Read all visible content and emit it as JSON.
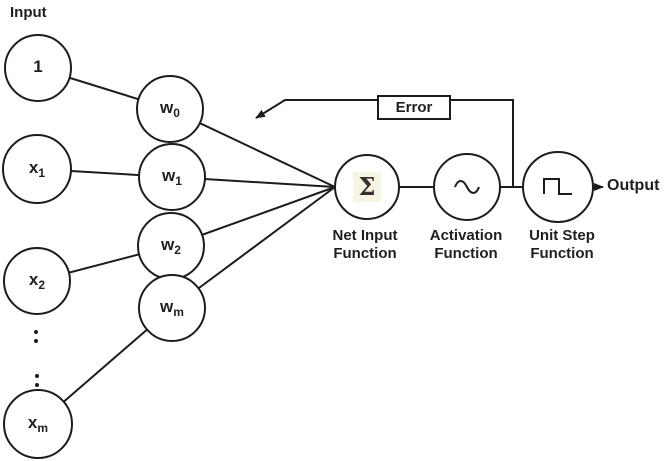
{
  "diagram": {
    "input_group_label": "Input",
    "output_label": "Output",
    "error_label": "Error",
    "sum_symbol": "Σ",
    "input_nodes": [
      {
        "base": "1",
        "sub": ""
      },
      {
        "base": "x",
        "sub": "1"
      },
      {
        "base": "x",
        "sub": "2"
      },
      {
        "base": "x",
        "sub": "m"
      }
    ],
    "weight_nodes": [
      {
        "base": "w",
        "sub": "0"
      },
      {
        "base": "w",
        "sub": "1"
      },
      {
        "base": "w",
        "sub": "2"
      },
      {
        "base": "w",
        "sub": "m"
      }
    ],
    "function_labels": {
      "net_input": {
        "line1": "Net Input",
        "line2": "Function"
      },
      "activation": {
        "line1": "Activation",
        "line2": "Function"
      },
      "unit_step": {
        "line1": "Unit Step",
        "line2": "Function"
      }
    },
    "icons": {
      "activation_icon": "sine-wave-icon",
      "unit_step_icon": "step-function-icon",
      "error_feedback_icon": "arrow-left-down-icon",
      "output_icon": "arrow-right-icon"
    },
    "colors": {
      "line": "#1c1c1c",
      "text": "#1f1f1f",
      "sigma_background": "#f8f4e4",
      "sigma_foreground": "#36322a",
      "background": "#ffffff"
    }
  }
}
